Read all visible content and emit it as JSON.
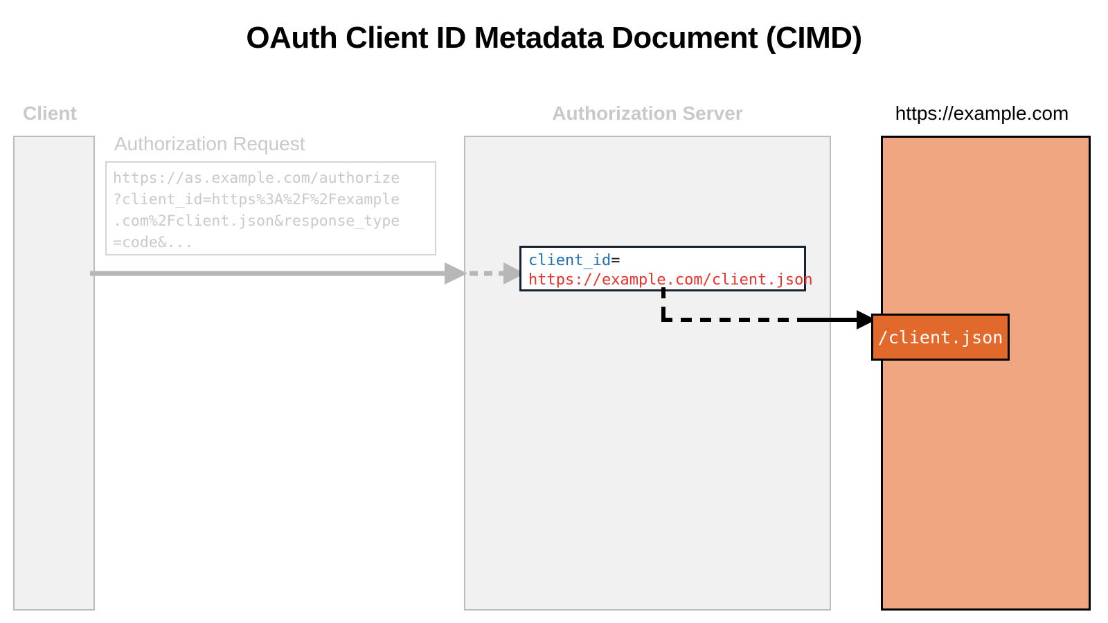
{
  "title": "OAuth Client ID Metadata Document (CIMD)",
  "lanes": {
    "client": {
      "label": "Client"
    },
    "authorization_server": {
      "label": "Authorization Server"
    },
    "origin": {
      "label": "https://example.com"
    }
  },
  "authorization_request": {
    "label": "Authorization Request",
    "url_text": "https://as.example.com/authorize\n?client_id=https%3A%2F%2Fexample\n.com%2Fclient.json&response_type\n=code&..."
  },
  "client_id_callout": {
    "key": "client_id",
    "equals": "=",
    "value": "https://example.com/client.json"
  },
  "resource": {
    "label": "/client.json"
  },
  "colors": {
    "panel_gray_fill": "#f1f1f1",
    "panel_gray_border": "#bcbcbc",
    "muted_text": "#c9c9c9",
    "origin_fill": "#f0a681",
    "origin_border": "#000000",
    "resource_fill": "#e2692c",
    "callout_border": "#18222e",
    "callout_key": "#1f6fb8",
    "callout_value": "#e8332a",
    "arrow_gray": "#b7b7b7",
    "arrow_black": "#000000"
  },
  "icons": {
    "request_arrow": "arrow-right-gray",
    "fetch_arrow": "arrow-right-black-dashed"
  }
}
